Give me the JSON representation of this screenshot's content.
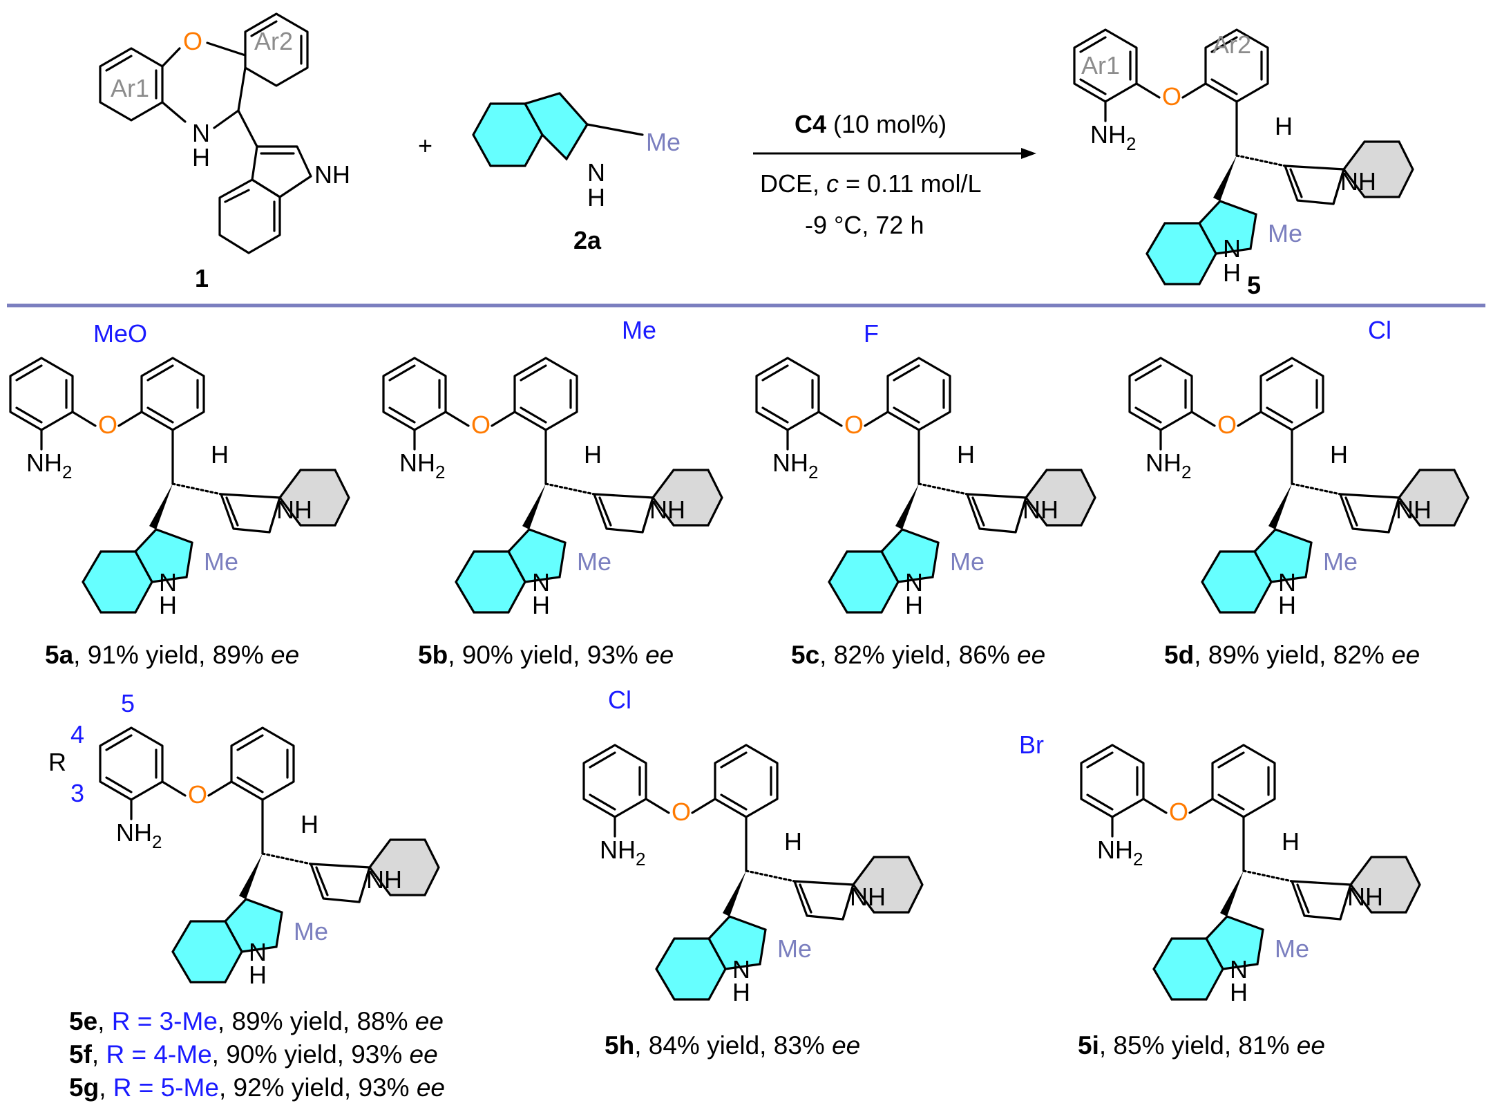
{
  "colors": {
    "oxygen": "#ff7a00",
    "methyl": "#7b7fbf",
    "substituent": "#1a1aff",
    "indole_highlight": "#66ffff",
    "indole_grey": "#d9d9d9",
    "divider": "#7b7fbf"
  },
  "reaction": {
    "reactant1": {
      "label": "1",
      "ring1": "Ar1",
      "ring2": "Ar2",
      "o": "O",
      "nh_n": "N",
      "nh_h": "H",
      "indole_nh": "NH"
    },
    "plus": "+",
    "reactant2": {
      "label": "2a",
      "me": "Me",
      "n": "N",
      "h": "H"
    },
    "conditions": {
      "catalyst": "C4",
      "catalyst_loading": " (10 mol%)",
      "solvent_prefix": "DCE, ",
      "conc_symbol": "c",
      "conc_value": " = 0.11 mol/L",
      "temp_time": "-9 °C, 72 h"
    },
    "product": {
      "label": "5",
      "ring1": "Ar1",
      "ring2": "Ar2",
      "o": "O",
      "nh2": "NH",
      "sub2": "2",
      "h": "H",
      "nh": "NH",
      "me": "Me",
      "n": "N",
      "nh_h": "H"
    }
  },
  "substrates": [
    {
      "id": "5a",
      "sub": "MeO",
      "yield": ", 91% yield, 89% ",
      "ee": "ee"
    },
    {
      "id": "5b",
      "sub": "Me",
      "yield": ", 90% yield, 93% ",
      "ee": "ee"
    },
    {
      "id": "5c",
      "sub": "F",
      "yield": ", 82% yield, 86% ",
      "ee": "ee"
    },
    {
      "id": "5d",
      "sub": "Cl",
      "yield": ", 89% yield, 82% ",
      "ee": "ee"
    },
    {
      "id": "5h",
      "sub": "Cl",
      "yield": ", 84% yield, 83% ",
      "ee": "ee"
    },
    {
      "id": "5i",
      "sub": "Br",
      "yield": ", 85% yield, 81% ",
      "ee": "ee"
    }
  ],
  "series_efg": {
    "r": "R",
    "pos3": "3",
    "pos4": "4",
    "pos5": "5",
    "rows": [
      {
        "id": "5e",
        "r_text": "R = 3-Me",
        "rest": ", 89% yield, 88% ",
        "ee": "ee"
      },
      {
        "id": "5f",
        "r_text": "R = 4-Me",
        "rest": ", 90% yield, 93% ",
        "ee": "ee"
      },
      {
        "id": "5g",
        "r_text": "R = 5-Me",
        "rest": ", 92% yield, 93% ",
        "ee": "ee"
      }
    ]
  },
  "common": {
    "o": "O",
    "nh2": "NH",
    "sub2": "2",
    "h": "H",
    "nh": "NH",
    "me": "Me",
    "n": "N"
  }
}
